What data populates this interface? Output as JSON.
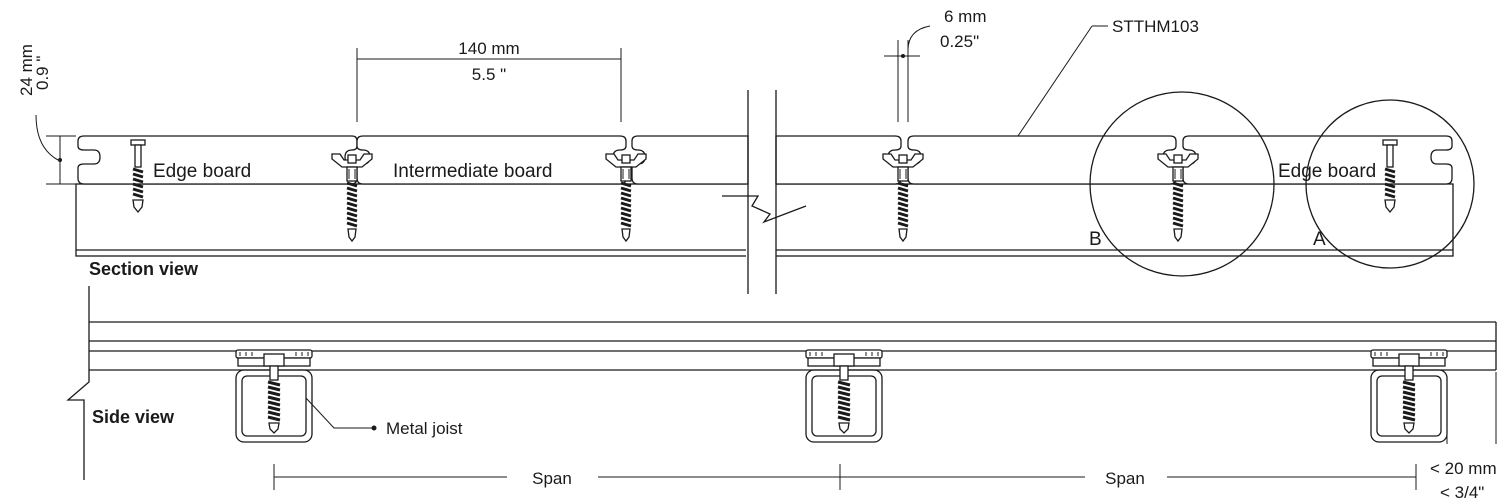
{
  "section_view": {
    "title": "Section view",
    "dim_board_width": {
      "mm": "140 mm",
      "in": "5.5 \""
    },
    "dim_gap": {
      "mm": "6 mm",
      "in": "0.25\""
    },
    "dim_thickness": {
      "mm": "24 mm",
      "in": "0.9 \""
    },
    "product_callout": "STTHM103",
    "labels": {
      "edge_board_left": "Edge board",
      "intermediate_board": "Intermediate board",
      "edge_board_right": "Edge board",
      "detail_b": "B",
      "detail_a": "A"
    }
  },
  "side_view": {
    "title": "Side view",
    "joist_callout": "Metal joist",
    "span_left": "Span",
    "span_right": "Span",
    "overhang": {
      "mm": "< 20 mm",
      "in": "< 3/4\""
    }
  },
  "icons": {
    "hidden_clip": "hidden-clip-icon",
    "edge_screw": "edge-screw-icon",
    "break_line": "break-line-icon",
    "detail_circle": "detail-circle-icon"
  }
}
